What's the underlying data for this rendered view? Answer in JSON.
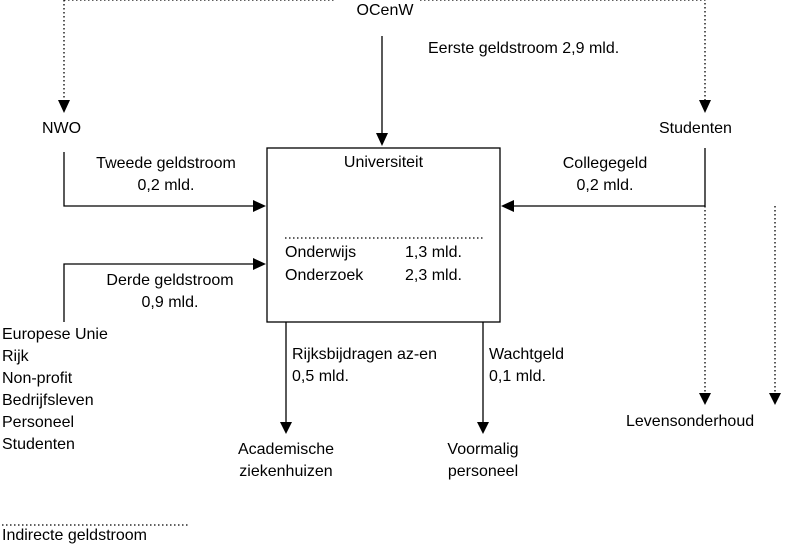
{
  "nodes": {
    "ocenw": "OCenW",
    "nwo": "NWO",
    "studenten_top": "Studenten",
    "universiteit": "Universiteit",
    "academische": [
      "Academische",
      "ziekenhuizen"
    ],
    "voormalig": [
      "Voormalig",
      "personeel"
    ],
    "levensonderhoud": "Levensonderhoud",
    "sources": [
      "Europese Unie",
      "Rijk",
      "Non-profit",
      "Bedrijfsleven",
      "Personeel",
      "Studenten"
    ]
  },
  "flows": {
    "eerste": "Eerste geldstroom 2,9 mld.",
    "tweede": [
      "Tweede geldstroom",
      "0,2 mld."
    ],
    "derde": [
      "Derde geldstroom",
      "0,9 mld."
    ],
    "collegegeld": [
      "Collegegeld",
      "0,2 mld."
    ],
    "rijksbijdragen": [
      "Rijksbijdragen az-en",
      "0,5 mld."
    ],
    "wachtgeld": [
      "Wachtgeld",
      "0,1 mld."
    ]
  },
  "university_budget": [
    {
      "label": "Onderwijs",
      "value": "1,3 mld."
    },
    {
      "label": "Onderzoek",
      "value": "2,3 mld."
    }
  ],
  "legend": {
    "label": "Indirecte geldstroom"
  }
}
